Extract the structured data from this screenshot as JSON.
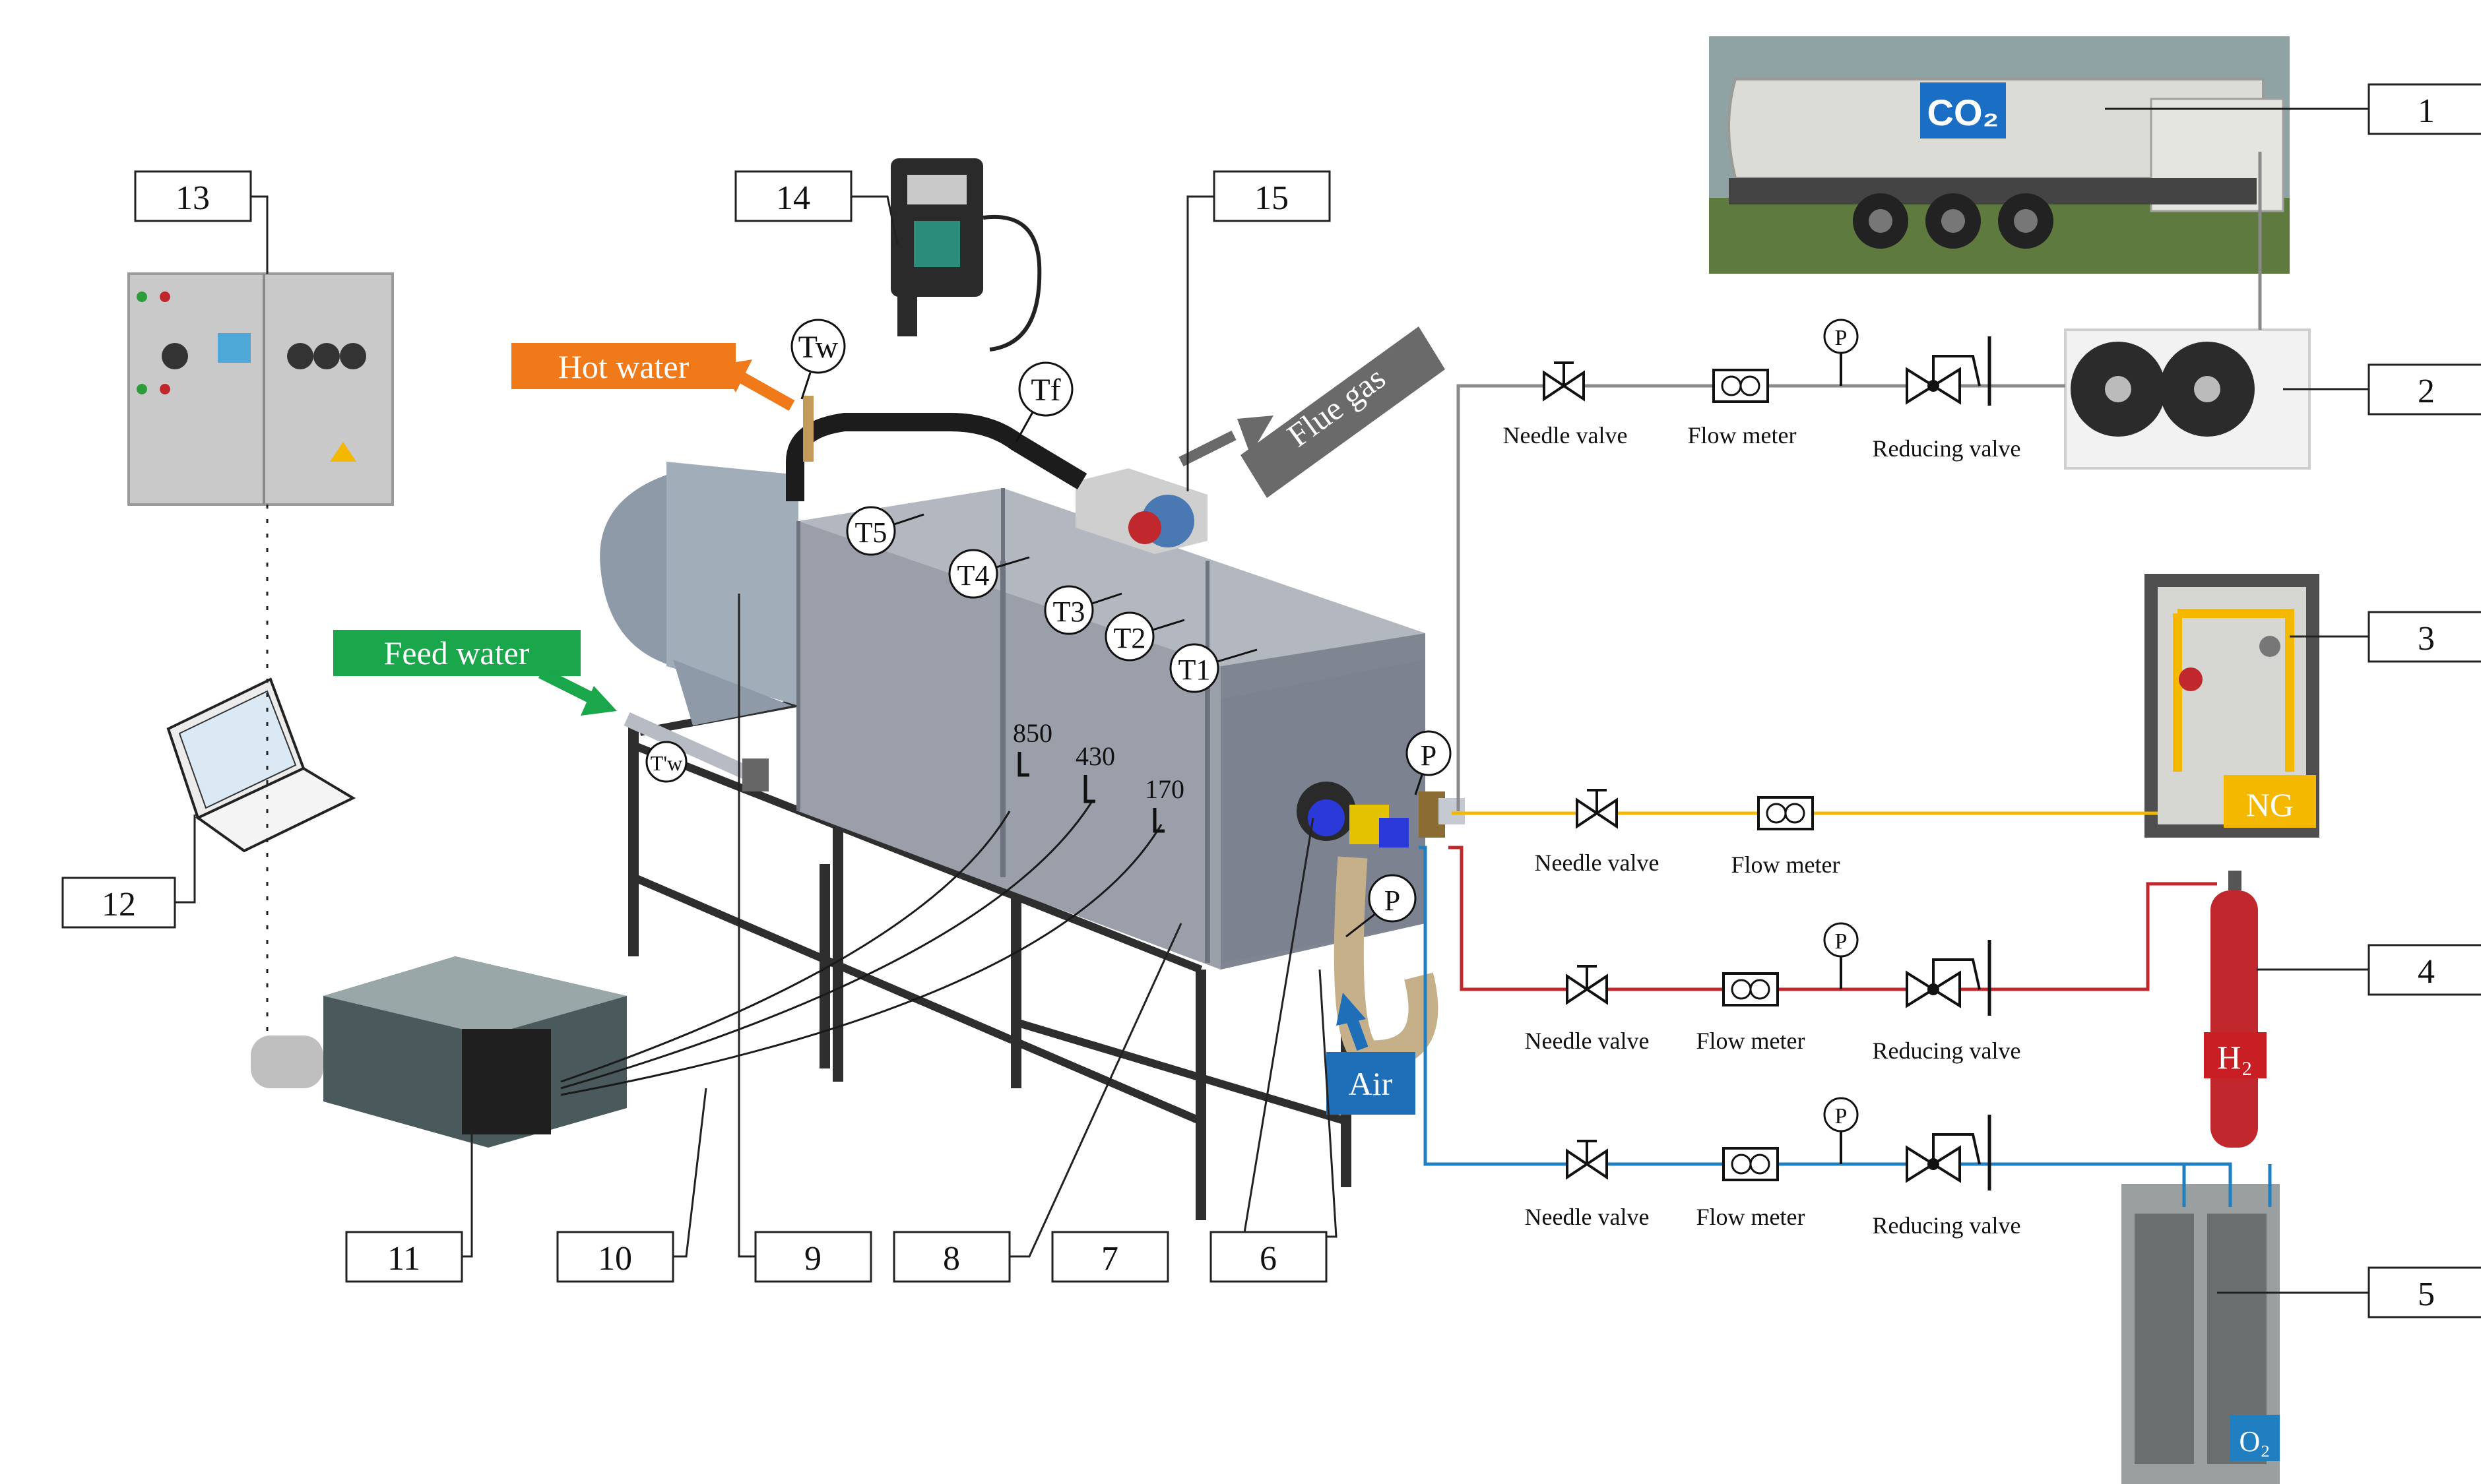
{
  "numbers": [
    "1",
    "2",
    "3",
    "4",
    "5",
    "6",
    "7",
    "8",
    "9",
    "10",
    "11",
    "12",
    "13",
    "14",
    "15"
  ],
  "line_labels": {
    "needle_valve": "Needle valve",
    "flow_meter": "Flow meter",
    "reducing_valve": "Reducing valve"
  },
  "gases": {
    "co2": "CO₂",
    "ng": "NG",
    "h2": "H₂",
    "o2": "O₂",
    "air": "Air"
  },
  "flows": {
    "hot_water": "Hot water",
    "feed_water": "Feed water",
    "flue_gas": "Flue gas"
  },
  "probes": {
    "p": "P",
    "tw": "Tw",
    "tf": "Tf",
    "tw_in": "T'w",
    "t1": "T1",
    "t2": "T2",
    "t3": "T3",
    "t4": "T4",
    "t5": "T5"
  },
  "temperatures": [
    "850",
    "430",
    "170"
  ],
  "colors": {
    "ng_line": "#f5b800",
    "h2_line": "#c0282d",
    "o2_line": "#1f7fc1",
    "co2_line": "#8a8a8a",
    "hot_water": "#f07a1a",
    "feed_water": "#1aa64a",
    "air": "#1f6fb8",
    "flue": "#6a6a6a"
  }
}
